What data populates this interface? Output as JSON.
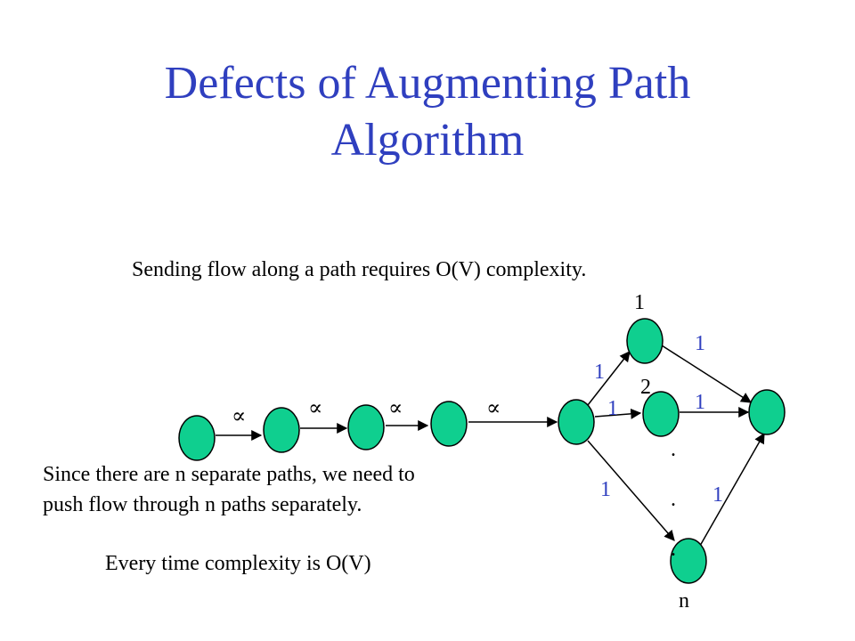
{
  "title": {
    "line1": "Defects of Augmenting Path",
    "line2": "Algorithm"
  },
  "notes": {
    "top": "Sending flow along a path requires O(V) complexity.",
    "middle_line1": "Since there are n separate paths, we need to",
    "middle_line2": "push flow through n paths separately.",
    "bottom": "Every time complexity is O(V)"
  },
  "colors": {
    "title": "#2f3fbf",
    "node_fill": "#0fcf8f",
    "edge_label": "#2f3fbf",
    "text": "#000000"
  },
  "diagram": {
    "chain_capacity": "∝",
    "branch_capacity": "1",
    "node_labels": {
      "top": "1",
      "middle": "2",
      "bottom": "n"
    },
    "ellipsis": "."
  }
}
